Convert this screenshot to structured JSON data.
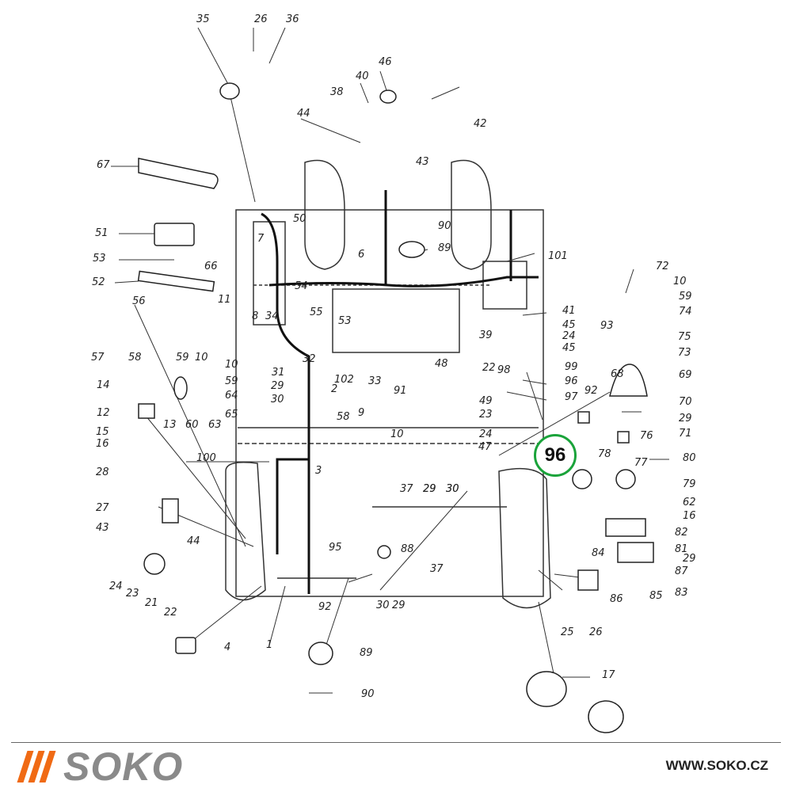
{
  "labels": [
    "35",
    "26",
    "36",
    "46",
    "40",
    "38",
    "42",
    "44",
    "43",
    "67",
    "50",
    "51",
    "53",
    "52",
    "66",
    "7",
    "6",
    "90",
    "89",
    "101",
    "72",
    "10",
    "59",
    "74",
    "56",
    "57",
    "58",
    "59",
    "10",
    "11",
    "54",
    "55",
    "8",
    "34",
    "53",
    "41",
    "45",
    "24",
    "45",
    "93",
    "75",
    "73",
    "69",
    "14",
    "12",
    "13",
    "15",
    "16",
    "60",
    "63",
    "10",
    "59",
    "64",
    "65",
    "31",
    "29",
    "30",
    "32",
    "102",
    "2",
    "33",
    "91",
    "48",
    "39",
    "22",
    "98",
    "99",
    "96",
    "97",
    "68",
    "70",
    "29",
    "71",
    "92",
    "76",
    "78",
    "77",
    "80",
    "79",
    "62",
    "16",
    "49",
    "23",
    "24",
    "58",
    "9",
    "10",
    "47",
    "29",
    "30",
    "37",
    "29",
    "30",
    "100",
    "3",
    "28",
    "27",
    "43",
    "44",
    "95",
    "88",
    "37",
    "82",
    "81",
    "29",
    "87",
    "84",
    "86",
    "85",
    "83",
    "24",
    "23",
    "21",
    "22",
    "4",
    "1",
    "92",
    "30",
    "29",
    "25",
    "26",
    "89",
    "90",
    "17"
  ],
  "highlight": {
    "label": "96",
    "color": "#1aa33a"
  },
  "footer": {
    "brand": "SOKO",
    "brand_color": "#8a8a8a",
    "stripe_color": "#f06a14",
    "website": "WWW.SOKO.CZ"
  }
}
